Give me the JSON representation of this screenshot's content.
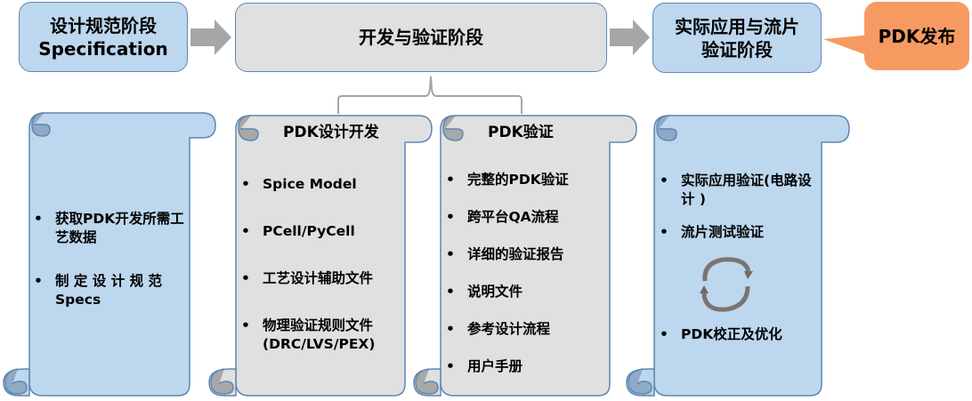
{
  "stages": {
    "spec": {
      "line1": "设计规范阶段",
      "line2": "Specification"
    },
    "dev": {
      "label": "开发与验证阶段"
    },
    "apply": {
      "line1": "实际应用与流片",
      "line2": "验证阶段"
    },
    "release": {
      "label": "PDK发布"
    }
  },
  "scrolls": {
    "spec": {
      "items": [
        "获取PDK开发所需工艺数据",
        "制 定 设 计 规 范 Specs"
      ]
    },
    "design": {
      "title": "PDK设计开发",
      "items": [
        "Spice Model",
        "PCell/PyCell",
        "工艺设计辅助文件",
        "物理验证规则文件(DRC/LVS/PEX)"
      ]
    },
    "verify": {
      "title": "PDK验证",
      "items": [
        "完整的PDK验证",
        "跨平台QA流程",
        "详细的验证报告",
        "说明文件",
        "参考设计流程",
        "用户手册"
      ]
    },
    "apply": {
      "items": [
        "实际应用验证(电路设计 )",
        "流片测试验证",
        "PDK校正及优化"
      ]
    }
  },
  "colors": {
    "blue": "#bdd7ee",
    "gray": "#e0e0e0",
    "orange": "#f79a62",
    "border": "#5f86b3",
    "arrow": "#a6a6a6"
  }
}
